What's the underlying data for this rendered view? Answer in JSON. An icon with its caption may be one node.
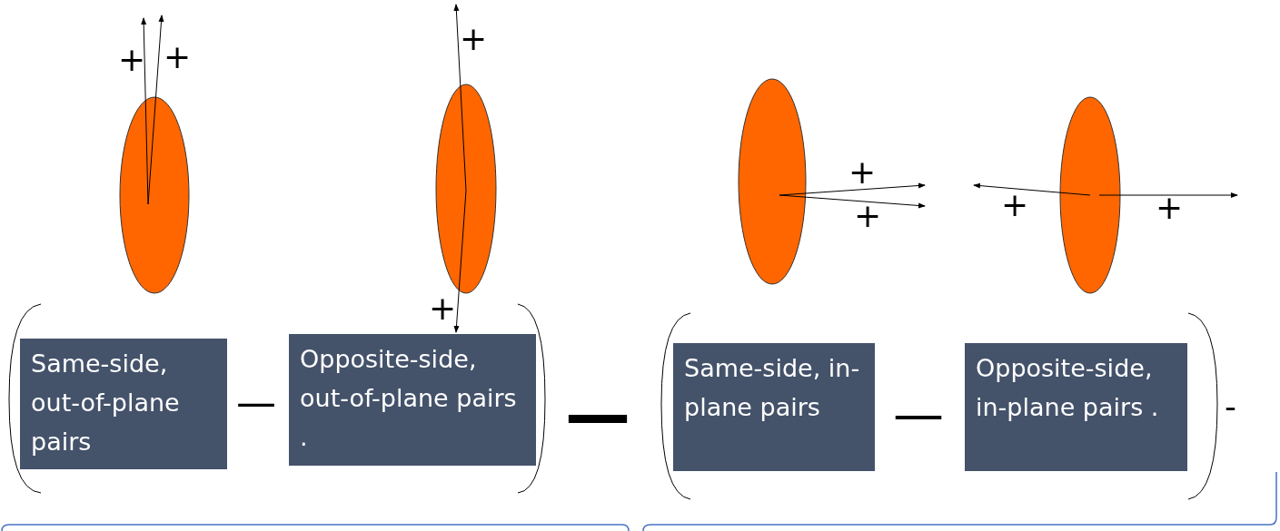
{
  "diagram": {
    "nodes": [
      {
        "text": [
          "Same-side, out-of-plane pairs"
        ]
      },
      {
        "text": [
          "Opposite-side, out-of-plane pairs ."
        ]
      },
      {
        "text": [
          "Same-side, in-plane pairs"
        ]
      },
      {
        "text": [
          "Opposite-side, in-plane pairs ."
        ]
      }
    ],
    "labels": [
      "+",
      "+",
      "+",
      "+",
      "+",
      "+",
      "+",
      "+",
      "—",
      "—",
      "—",
      "-"
    ]
  }
}
